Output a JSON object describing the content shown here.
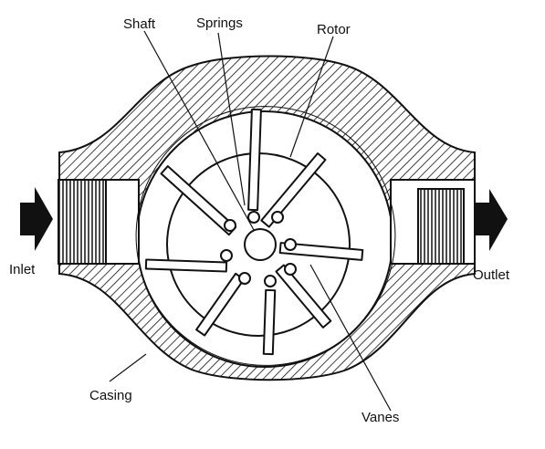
{
  "labels": {
    "shaft": "Shaft",
    "springs": "Springs",
    "rotor": "Rotor",
    "inlet": "Inlet",
    "outlet": "Outlet",
    "casing": "Casing",
    "vanes": "Vanes"
  },
  "colors": {
    "intake_chamber": "#ee1c24",
    "discharge_chamber": "#2e7fe8",
    "outline": "#111111",
    "hatch": "#111111",
    "background": "#ffffff"
  },
  "icons": {
    "inlet_arrow": "arrow-right-icon",
    "outlet_arrow": "arrow-right-icon"
  }
}
